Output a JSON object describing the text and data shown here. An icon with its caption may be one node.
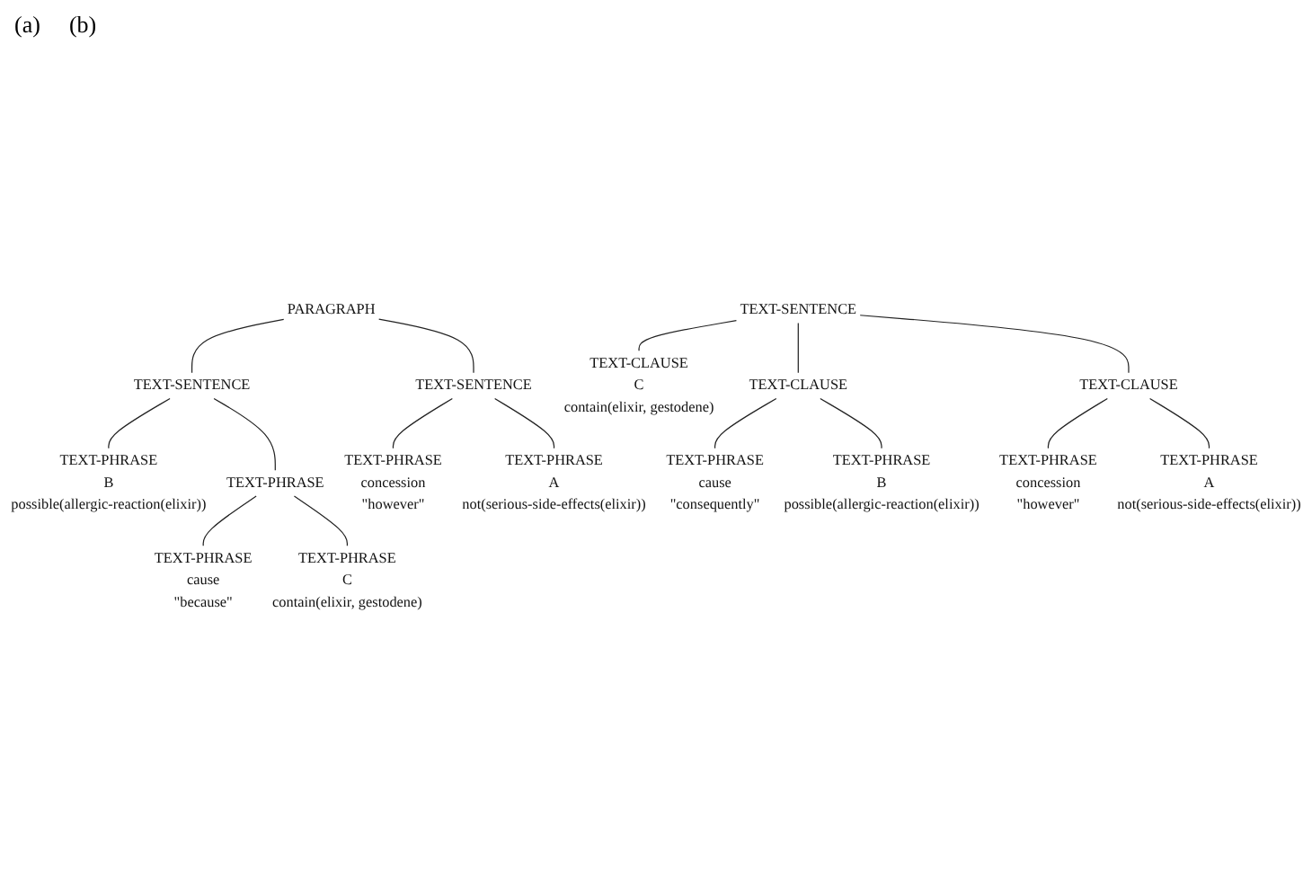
{
  "diagram": {
    "nodes": [
      {
        "text": [
          "PARAGRAPH"
        ]
      },
      {
        "text": [
          "TEXT-SENTENCE"
        ]
      },
      {
        "text": [
          "TEXT-SENTENCE"
        ]
      },
      {
        "text": [
          "TEXT-PHRASE",
          "B",
          "possible(allergic-reaction(elixir))"
        ]
      },
      {
        "text": [
          "TEXT-PHRASE"
        ]
      },
      {
        "text": [
          "TEXT-PHRASE",
          "cause",
          "\"because\""
        ]
      },
      {
        "text": [
          "TEXT-PHRASE",
          "C",
          "contain(elixir, gestodene)"
        ]
      },
      {
        "text": [
          "TEXT-PHRASE",
          "concession",
          "\"however\""
        ]
      },
      {
        "text": [
          "TEXT-PHRASE",
          "A",
          "not(serious-side-effects(elixir))"
        ]
      },
      {
        "text": [
          "TEXT-SENTENCE"
        ]
      },
      {
        "text": [
          "TEXT-CLAUSE",
          "C",
          "contain(elixir, gestodene)"
        ]
      },
      {
        "text": [
          "TEXT-CLAUSE"
        ]
      },
      {
        "text": [
          "TEXT-CLAUSE"
        ]
      },
      {
        "text": [
          "TEXT-PHRASE",
          "cause",
          "\"consequently\""
        ]
      },
      {
        "text": [
          "TEXT-PHRASE",
          "B",
          "possible(allergic-reaction(elixir))"
        ]
      },
      {
        "text": [
          "TEXT-PHRASE",
          "concession",
          "\"however\""
        ]
      },
      {
        "text": [
          "TEXT-PHRASE",
          "A",
          "not(serious-side-effects(elixir))"
        ]
      }
    ],
    "edges": [
      {
        "from": 0,
        "to": 1,
        "arrow": "none"
      },
      {
        "from": 0,
        "to": 2,
        "arrow": "none"
      },
      {
        "from": 1,
        "to": 3,
        "arrow": "none"
      },
      {
        "from": 1,
        "to": 4,
        "arrow": "none"
      },
      {
        "from": 4,
        "to": 5,
        "arrow": "none"
      },
      {
        "from": 4,
        "to": 6,
        "arrow": "none"
      },
      {
        "from": 2,
        "to": 7,
        "arrow": "none"
      },
      {
        "from": 2,
        "to": 8,
        "arrow": "none"
      },
      {
        "from": 9,
        "to": 10,
        "arrow": "none"
      },
      {
        "from": 9,
        "to": 11,
        "arrow": "none"
      },
      {
        "from": 9,
        "to": 12,
        "arrow": "none"
      },
      {
        "from": 11,
        "to": 13,
        "arrow": "none"
      },
      {
        "from": 11,
        "to": 14,
        "arrow": "none"
      },
      {
        "from": 12,
        "to": 15,
        "arrow": "none"
      },
      {
        "from": 12,
        "to": 16,
        "arrow": "none"
      }
    ],
    "labels": [
      "(a)",
      "(b)"
    ]
  }
}
